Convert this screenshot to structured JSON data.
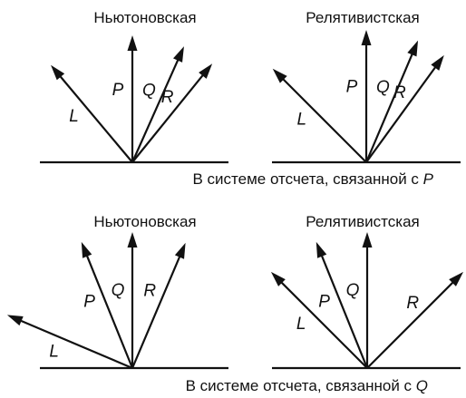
{
  "colors": {
    "ink": "#111111",
    "background": "#ffffff"
  },
  "rows": [
    {
      "caption_prefix": "В системе отсчета, связанной с ",
      "caption_frame": "P",
      "panels": [
        {
          "title": "Ньютоновская",
          "vectors": [
            {
              "label": "L",
              "angle_deg": 130
            },
            {
              "label": "P",
              "angle_deg": 90
            },
            {
              "label": "Q",
              "angle_deg": 66
            },
            {
              "label": "R",
              "angle_deg": 51
            }
          ]
        },
        {
          "title": "Релятивистская",
          "vectors": [
            {
              "label": "L",
              "angle_deg": 135
            },
            {
              "label": "P",
              "angle_deg": 90
            },
            {
              "label": "Q",
              "angle_deg": 67
            },
            {
              "label": "R",
              "angle_deg": 54
            }
          ]
        }
      ]
    },
    {
      "caption_prefix": "В системе отсчета, связанной с ",
      "caption_frame": "Q",
      "panels": [
        {
          "title": "Ньютоновская",
          "vectors": [
            {
              "label": "L",
              "angle_deg": 157
            },
            {
              "label": "P",
              "angle_deg": 112
            },
            {
              "label": "Q",
              "angle_deg": 90
            },
            {
              "label": "R",
              "angle_deg": 67
            }
          ]
        },
        {
          "title": "Релятивистская",
          "vectors": [
            {
              "label": "L",
              "angle_deg": 135
            },
            {
              "label": "P",
              "angle_deg": 112
            },
            {
              "label": "Q",
              "angle_deg": 90
            },
            {
              "label": "R",
              "angle_deg": 45
            }
          ]
        }
      ]
    }
  ]
}
